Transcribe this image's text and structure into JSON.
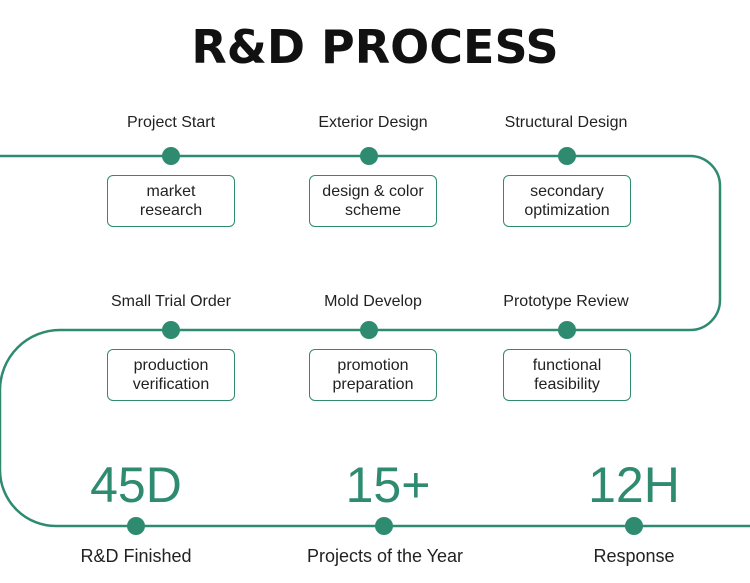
{
  "title": "R&D PROCESS",
  "colors": {
    "accent": "#2e8b70",
    "text": "#222222",
    "background": "#ffffff"
  },
  "row1": [
    {
      "label": "Project Start",
      "box": "market research"
    },
    {
      "label": "Exterior Design",
      "box": "design & color scheme"
    },
    {
      "label": "Structural Design",
      "box": "secondary optimization"
    }
  ],
  "row2": [
    {
      "label": "Small Trial Order",
      "box": "production verification"
    },
    {
      "label": "Mold Develop",
      "box": "promotion preparation"
    },
    {
      "label": "Prototype Review",
      "box": "functional feasibility"
    }
  ],
  "stats": [
    {
      "value": "45D",
      "label": "R&D Finished"
    },
    {
      "value": "15+",
      "label": "Projects of the Year"
    },
    {
      "value": "12H",
      "label": "Response"
    }
  ]
}
